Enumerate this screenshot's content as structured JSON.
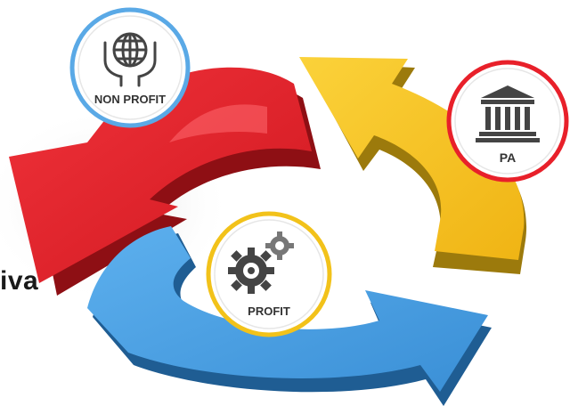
{
  "nodes": {
    "nonprofit": {
      "label": "NON PROFIT",
      "ring_color": "#5aa9e6",
      "icon": "globe-in-hands-icon"
    },
    "pa": {
      "label": "PA",
      "ring_color": "#e8202a",
      "icon": "government-building-icon"
    },
    "profit": {
      "label": "PROFIT",
      "ring_color": "#f2c21a",
      "icon": "gears-icon"
    }
  },
  "arrows": {
    "red": "#e8202a",
    "yellow": "#f6c21c",
    "blue": "#4a9fe0"
  },
  "side_text": "iva"
}
